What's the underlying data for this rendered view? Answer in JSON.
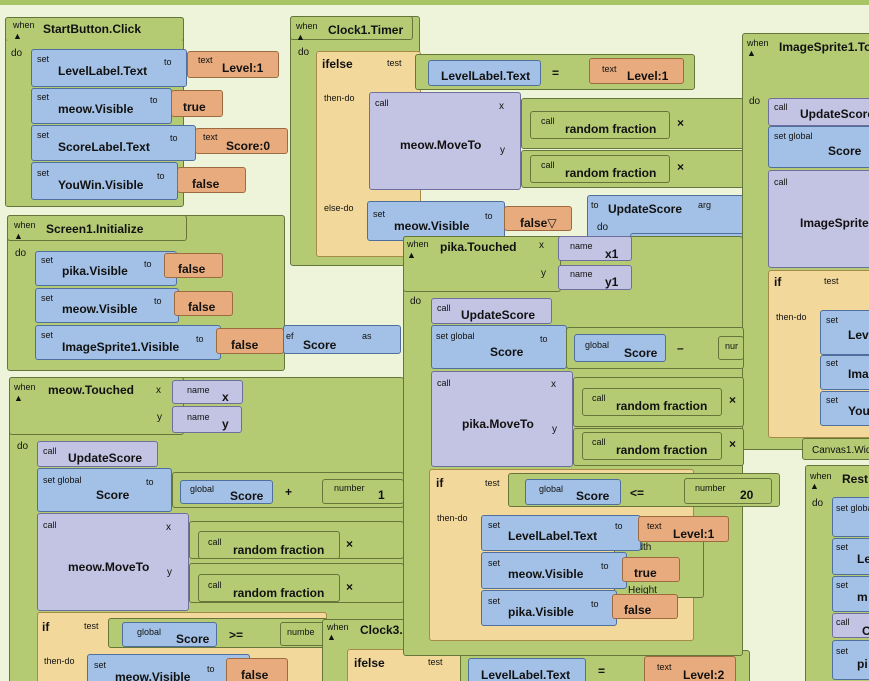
{
  "kw": {
    "when": "when",
    "do": "do",
    "set": "set",
    "to": "to",
    "text": "text",
    "call": "call",
    "ifelse": "ifelse",
    "if": "if",
    "test": "test",
    "then_do": "then-do",
    "else_do": "else-do",
    "set_global": "set global",
    "global": "global",
    "name": "name",
    "number": "number",
    "def": "ef",
    "as": "as",
    "arg": "arg",
    "x": "x",
    "y": "y"
  },
  "v": {
    "true": "true",
    "false": "false",
    "false_dd": "false▽",
    "level1": "Level:1",
    "level2": "Level:2",
    "score0": "Score:0",
    "one": "1",
    "twenty": "20",
    "eq": "=",
    "times": "×",
    "plus": "+",
    "minus": "–",
    "gte": ">=",
    "lte": "<=",
    "rand": "random fraction",
    "nur": "nur",
    "numbe": "numbe",
    "width": "width",
    "height": "Height",
    "canvasw": "Canvas1.Wid"
  },
  "icons": {
    "collapse": "▲",
    "close": "×"
  },
  "b": {
    "start": "StartButton.Click",
    "levellabel": "LevelLabel.Text",
    "meow_visible": "meow.Visible",
    "scorelabel": "ScoreLabel.Text",
    "youwin": "YouWin.Visible",
    "clock1": "Clock1.Timer",
    "meow_moveto": "meow.MoveTo",
    "screen1": "Screen1.Initialize",
    "pika_visible": "pika.Visible",
    "img_visible": "ImageSprite1.Visible",
    "score": "Score",
    "meow_touched": "meow.Touched",
    "updatescore": "UpdateScore",
    "pika_touched": "pika.Touched",
    "pika_moveto": "pika.MoveTo",
    "img_touched": "ImageSprite1.To",
    "img_moveto": "ImageSprite",
    "clock3": "Clock3.",
    "rest": "Rest",
    "x1": "x1",
    "y1": "y1",
    "lev": "Lev",
    "ima": "Ima",
    "you": "You",
    "le": "Le",
    "m": "m",
    "pi": "pi",
    "ca": "Ca"
  }
}
